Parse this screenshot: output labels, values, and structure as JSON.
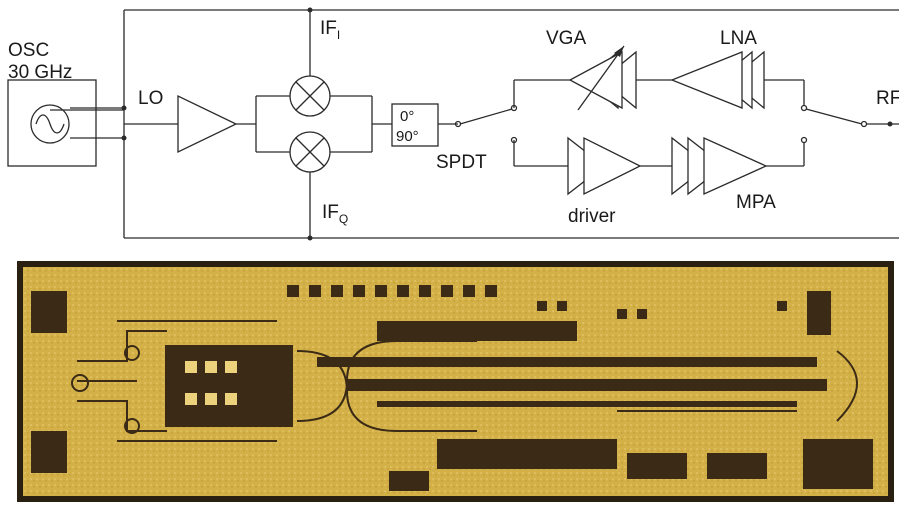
{
  "schematic": {
    "osc_title": "OSC",
    "osc_freq": "30 GHz",
    "lo_label": "LO",
    "if_i_label": "IF",
    "if_i_sub": "I",
    "if_q_label": "IF",
    "if_q_sub": "Q",
    "phase_0": "0°",
    "phase_90": "90°",
    "spdt_label": "SPDT",
    "vga_label": "VGA",
    "lna_label": "LNA",
    "driver_label": "driver",
    "mpa_label": "MPA",
    "rf_label": "RF"
  },
  "die_photo": {
    "colors": {
      "metal": "#d8b54a",
      "metal_light": "#ecd27c",
      "substrate": "#3a2a16",
      "frame": "#2a2012"
    }
  }
}
